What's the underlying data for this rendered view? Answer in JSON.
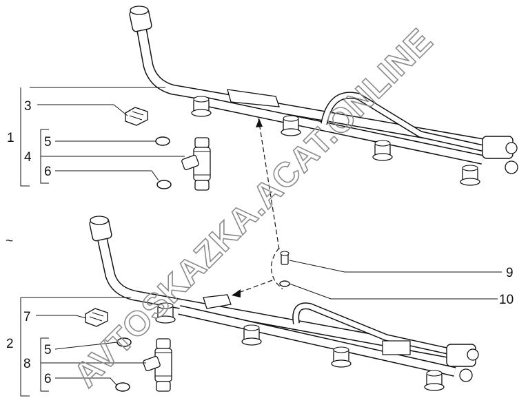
{
  "callouts": {
    "upper_assembly": "1",
    "lower_assembly": "2",
    "clip_upper": "3",
    "injector_upper": "4",
    "seal_upper_top": "5",
    "seal_upper_bottom": "6",
    "clip_lower": "7",
    "injector_lower": "8",
    "seal_lower_top": "5",
    "seal_lower_bottom": "6",
    "screw": "9",
    "washer": "10",
    "tilde": "~"
  },
  "watermark": "AVTOSKAZKA.ACAT.ONLINE"
}
